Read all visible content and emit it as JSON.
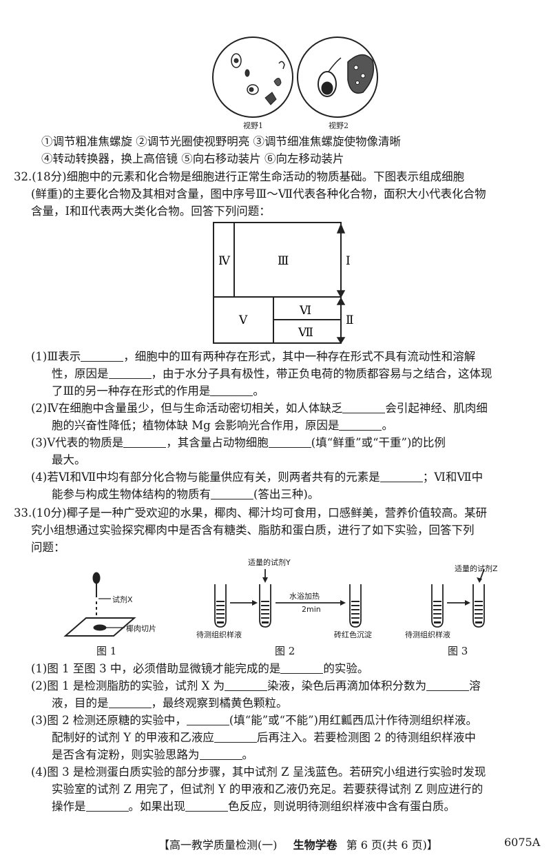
{
  "fov": {
    "label1": "视野1",
    "label2": "视野2"
  },
  "q31": {
    "options_line1": "①调节粗准焦螺旋  ②调节光圈使视野明亮  ③调节细准焦螺旋使物像清晰",
    "options_line2": "④转动转换器，换上高倍镜  ⑤向右移动装片  ⑥向左移动装片"
  },
  "q32": {
    "stem": [
      "32.(18分)细胞中的元素和化合物是细胞进行正常生命活动的物质基础。下图表示组成细胞",
      "(鲜重)的主要化合物及其相对含量，图中序号Ⅲ～Ⅶ代表各种化合物，面积大小代表化合物",
      "含量，Ⅰ和Ⅱ代表两大类化合物。回答下列问题："
    ],
    "diagram": {
      "IV": "Ⅳ",
      "III": "Ⅲ",
      "V": "Ⅴ",
      "VI": "Ⅵ",
      "VII": "Ⅶ",
      "I": "Ⅰ",
      "II": "Ⅱ"
    },
    "sub1": {
      "a": "(1)Ⅲ表示",
      "b": "，细胞中的Ⅲ有两种存在形式，其中一种存在形式不具有流动性和溶解",
      "c": "性，原因是",
      "d": "，由于水分子具有极性，带正负电荷的物质都容易与之结合，这体现",
      "e": "了Ⅲ的另一种存在形式的作用是",
      "f": "。"
    },
    "sub2": {
      "a": "(2)Ⅳ在细胞中含量虽少，但与生命活动密切相关，如人体缺乏",
      "b": "会引起神经、肌肉细",
      "c": "胞的兴奋性降低；植物体缺 Mg 会影响光合作用，原因是",
      "d": "。"
    },
    "sub3": {
      "a": "(3)Ⅴ代表的物质是",
      "b": "，其含量占动物细胞",
      "c": "(填“鲜重”或“干重”)的比例",
      "d": "最大。"
    },
    "sub4": {
      "a": "(4)若Ⅵ和Ⅶ中均有部分化合物与能量供应有关，则两者共有的元素是",
      "b": "；Ⅵ和Ⅶ中",
      "c": "能参与构成生物体结构的物质有",
      "d": "(答出三种)。"
    }
  },
  "q33": {
    "stem": [
      "33.(10分)椰子是一种广受欢迎的水果，椰肉、椰汁均可食用，口感鲜美，营养价值较高。某研",
      "究小组想通过实验探究椰肉中是否含有糖类、脂肪和蛋白质，进行了如下实验，回答下列",
      "问题："
    ],
    "fig1": {
      "reagent": "试剂X",
      "slice": "椰肉切片",
      "caption": "图 1"
    },
    "fig2": {
      "reagent": "适量的试剂Y",
      "heat": "水浴加热",
      "time": "2min",
      "sample": "待测组织样液",
      "result": "砖红色沉淀",
      "caption": "图 2"
    },
    "fig3": {
      "reagent": "适量的试剂Z",
      "sample": "待测组织样液",
      "caption": "图 3"
    },
    "sub1": {
      "a": "(1)图 1 至图 3 中，必须借助显微镜才能完成的是",
      "b": "的实验。"
    },
    "sub2": {
      "a": "(2)图 1 是检测脂肪的实验，试剂 X 为",
      "b": "染液，染色后再滴加体积分数为",
      "c": "溶",
      "d": "液，目的是",
      "e": "，最终观察到橘黄色颗粒。"
    },
    "sub3": {
      "a": "(3)图 2 检测还原糖的实验中，",
      "b": "(填“能”或“不能”)用红瓤西瓜汁作待测组织样液。",
      "c": "配制好的试剂 Y 的甲液和乙液应",
      "d": "后再注入。若要检测图 2 的待测组织样液中",
      "e": "是否含有淀粉，则实验思路为",
      "f": "。"
    },
    "sub4": {
      "a": "(4)图 3 是检测蛋白质实验的部分步骤，其中试剂 Z 呈浅蓝色。若研究小组进行实验时发现",
      "b": "实验室的试剂 Z 用完了，但试剂 Y 的甲液和乙液仍充足。若要获得试剂 Z 则应进行的",
      "c": "操作是",
      "d": "。如果出现",
      "e": "色反应，则说明待测组织样液中含有蛋白质。"
    }
  },
  "footer": {
    "left": "【高一教学质量检测(一)",
    "subject": "生物学卷",
    "page": "第 6 页(共 6 页)】",
    "code": "6075A"
  }
}
